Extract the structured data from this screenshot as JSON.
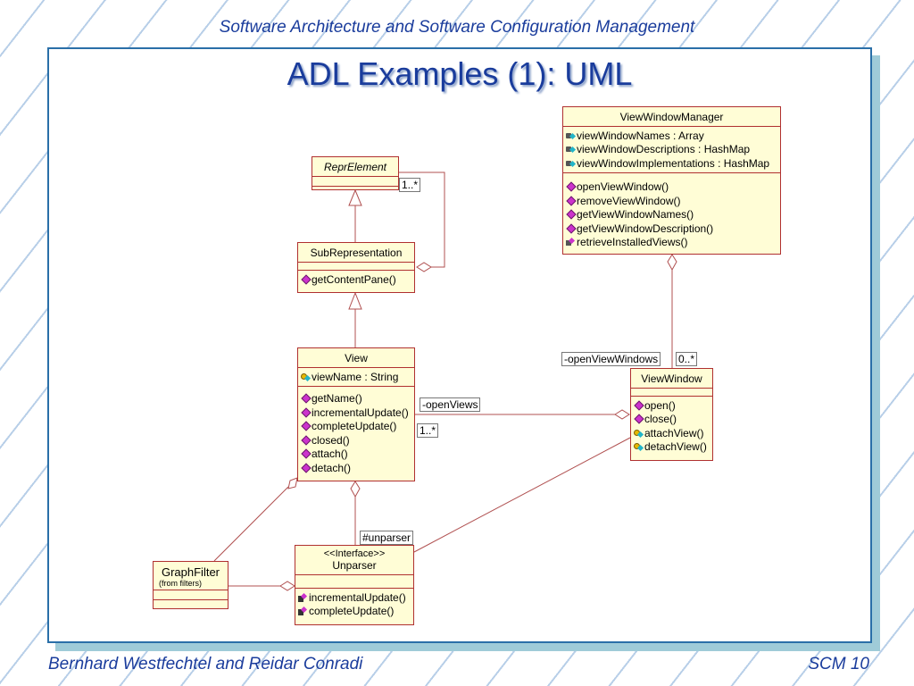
{
  "header": "Software Architecture and Software Configuration Management",
  "title": "ADL Examples (1): UML",
  "footer": {
    "left": "Bernhard Westfechtel and Reidar Conradi",
    "right": "SCM 10"
  },
  "classes": {
    "viewWindowManager": {
      "name": "ViewWindowManager",
      "attributes": [
        "viewWindowNames : Array",
        "viewWindowDescriptions : HashMap",
        "viewWindowImplementations : HashMap"
      ],
      "operations": [
        "openViewWindow()",
        "removeViewWindow()",
        "getViewWindowNames()",
        "getViewWindowDescription()",
        "retrieveInstalledViews()"
      ]
    },
    "reprElement": {
      "name": "ReprElement"
    },
    "subRepresentation": {
      "name": "SubRepresentation",
      "operations": [
        "getContentPane()"
      ]
    },
    "view": {
      "name": "View",
      "attributes": [
        "viewName : String"
      ],
      "operations": [
        "getName()",
        "incrementalUpdate()",
        "completeUpdate()",
        "closed()",
        "attach()",
        "detach()"
      ]
    },
    "viewWindow": {
      "name": "ViewWindow",
      "operations": [
        "open()",
        "close()",
        "attachView()",
        "detachView()"
      ]
    },
    "graphFilter": {
      "name": "GraphFilter",
      "note": "(from filters)"
    },
    "unparser": {
      "stereotype": "<<Interface>>",
      "name": "Unparser",
      "operations": [
        "incrementalUpdate()",
        "completeUpdate()"
      ]
    }
  },
  "labels": {
    "reprMultiplicity": "1..*",
    "openViewWindows": "-openViewWindows",
    "viewWindowsMultiplicity": "0..*",
    "openViews": "-openViews",
    "viewsMultiplicity": "1..*",
    "unparserRole": "#unparser"
  },
  "colors": {
    "classFill": "#fffdd6",
    "classBorder": "#b03030",
    "line": "#b05050",
    "title": "#1a3c9c"
  }
}
